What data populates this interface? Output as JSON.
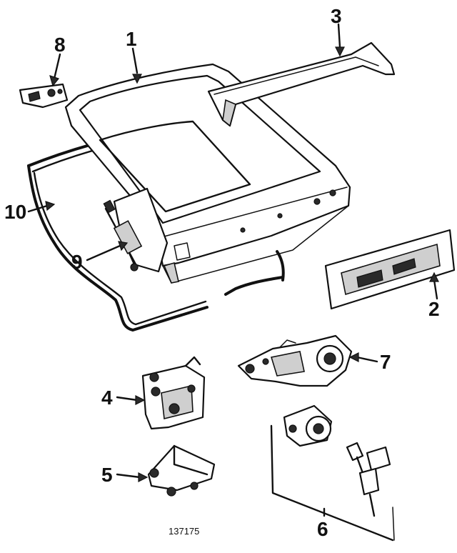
{
  "figure": {
    "part_number": "137175",
    "callouts": [
      {
        "id": "1",
        "label": "1"
      },
      {
        "id": "2",
        "label": "2"
      },
      {
        "id": "3",
        "label": "3"
      },
      {
        "id": "4",
        "label": "4"
      },
      {
        "id": "5",
        "label": "5"
      },
      {
        "id": "6",
        "label": "6"
      },
      {
        "id": "7",
        "label": "7"
      },
      {
        "id": "8",
        "label": "8"
      },
      {
        "id": "9",
        "label": "9"
      },
      {
        "id": "10",
        "label": "10"
      }
    ]
  },
  "colors": {
    "ink": "#111111",
    "background": "#ffffff",
    "shade": "#cfcfcf"
  }
}
